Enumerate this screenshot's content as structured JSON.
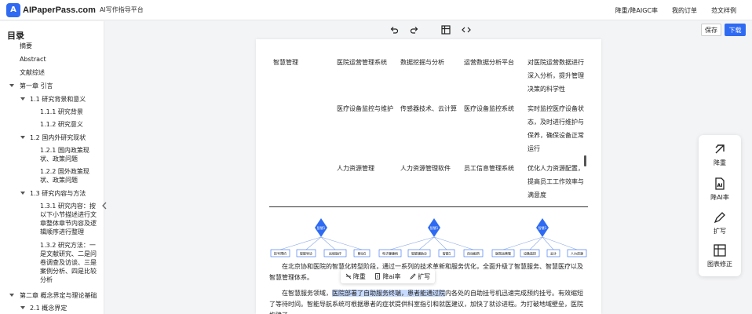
{
  "header": {
    "logo_mark": "A",
    "brand": "AIPaperPass.com",
    "subtitle": "AI写作指导平台",
    "nav": [
      "降重/降AIGC率",
      "我的订单",
      "范文样例"
    ]
  },
  "actions": {
    "save": "保存",
    "download": "下载"
  },
  "toc": {
    "title": "目录",
    "items": [
      {
        "label": "摘要"
      },
      {
        "label": "Abstract"
      },
      {
        "label": "文献综述"
      },
      {
        "label": "第一章 引言"
      },
      {
        "label": "1.1 研究背景和意义"
      },
      {
        "label": "1.1.1 研究背景"
      },
      {
        "label": "1.1.2 研究意义"
      },
      {
        "label": "1.2 国内外研究现状"
      },
      {
        "label": "1.2.1 国内政策现状、政策问题"
      },
      {
        "label": "1.2.2 国外政策现状、政策问题"
      },
      {
        "label": "1.3 研究内容与方法"
      },
      {
        "label": "1.3.1 研究内容：按以下小节描述进行文章整体章节内容及逻辑顺序进行整理"
      },
      {
        "label": "1.3.2 研究方法：一是文献研究、二是问卷调查及访谈、三是案例分析、四是比较分析"
      },
      {
        "label": "第二章 概念界定与理论基础"
      },
      {
        "label": "2.1 概念界定"
      }
    ]
  },
  "table": {
    "rows": [
      [
        "智慧管理",
        "医院运营管理系统",
        "数据挖掘与分析",
        "运营数据分析平台",
        "对医院运营数据进行深入分析，提升管理决策的科学性"
      ],
      [
        "",
        "医疗设备监控与维护",
        "传感器技术、云计算",
        "医疗设备监控系统",
        "实时监控医疗设备状态，及时进行维护与保养，确保设备正常运行"
      ],
      [
        "",
        "人力资源管理",
        "人力资源管理软件",
        "员工信息管理系统",
        "优化人力资源配置，提高员工工作效率与满意度"
      ]
    ]
  },
  "diagram": {
    "groups": [
      {
        "root": "智慧1",
        "leaves": [
          "挂号预约",
          "智能导诊",
          "远程医疗",
          "移动1"
        ]
      },
      {
        "root": "智慧1",
        "leaves": [
          "电子健康档",
          "智能辅助诊",
          "智能1",
          "自动配药"
        ]
      },
      {
        "root": "智慧1",
        "leaves": [
          "医院运营管",
          "设备监控",
          "云计",
          "人力资源"
        ]
      }
    ]
  },
  "paragraphs": {
    "p1": "在北京协和医院的智慧化转型阶段，通过一系列的技术革新和服务优化，全面升级了智慧服务、智慧医疗以及智慧管理体系。",
    "p2_pre": "在智慧服务领域，",
    "p2_hl": "医院部署了自助服务终端，患者能通过院",
    "p2_post": "内各处的自助挂号机迅速完成预约挂号。有效缩短了等待时间。智能导航系统可根据患者的症状提供科室指引和就医建议，加快了就诊进程。为打破地域壁垒，医院构建了"
  },
  "selection_toolbar": [
    "降重",
    "降ai率",
    "扩写"
  ],
  "right_panel": [
    "降重",
    "降AI率",
    "扩写",
    "图表修正"
  ]
}
